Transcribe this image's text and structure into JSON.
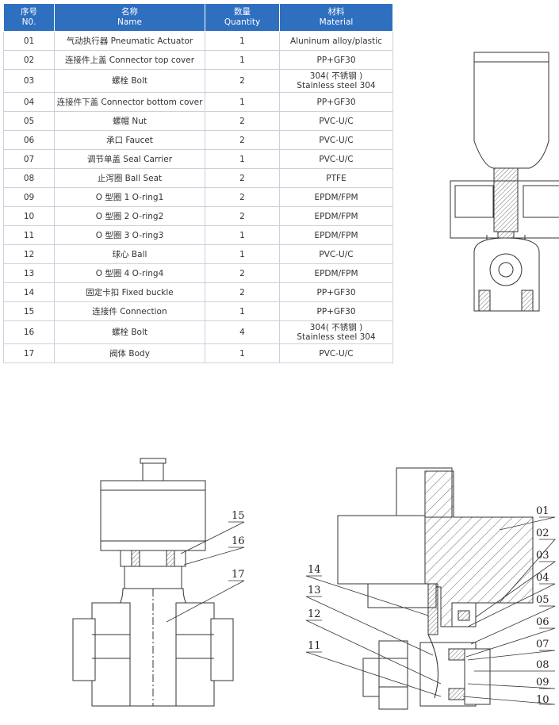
{
  "table": {
    "headers": {
      "no_cn": "序号",
      "no_en": "N0.",
      "name_cn": "名称",
      "name_en": "Name",
      "qty_cn": "数量",
      "qty_en": "Quantity",
      "mat_cn": "材料",
      "mat_en": "Material"
    },
    "rows": [
      {
        "no": "01",
        "name": "气动执行器 Pneumatic Actuator",
        "qty": "1",
        "mat1": "Aluninum alloy/plastic",
        "mat2": ""
      },
      {
        "no": "02",
        "name": "连接件上盖 Connector top cover",
        "qty": "1",
        "mat1": "PP+GF30",
        "mat2": ""
      },
      {
        "no": "03",
        "name": "螺栓 Bolt",
        "qty": "2",
        "mat1": "304( 不锈钢 )",
        "mat2": "Stainless steel 304"
      },
      {
        "no": "04",
        "name": "连接件下盖 Connector bottom cover",
        "qty": "1",
        "mat1": "PP+GF30",
        "mat2": ""
      },
      {
        "no": "05",
        "name": "螺帽 Nut",
        "qty": "2",
        "mat1": "PVC-U/C",
        "mat2": ""
      },
      {
        "no": "06",
        "name": "承口 Faucet",
        "qty": "2",
        "mat1": "PVC-U/C",
        "mat2": ""
      },
      {
        "no": "07",
        "name": "调节单盖 Seal Carrier",
        "qty": "1",
        "mat1": "PVC-U/C",
        "mat2": ""
      },
      {
        "no": "08",
        "name": "止泻圈 Ball Seat",
        "qty": "2",
        "mat1": "PTFE",
        "mat2": ""
      },
      {
        "no": "09",
        "name": "O 型圈 1 O-ring1",
        "qty": "2",
        "mat1": "EPDM/FPM",
        "mat2": ""
      },
      {
        "no": "10",
        "name": "O 型圈 2 O-ring2",
        "qty": "2",
        "mat1": "EPDM/FPM",
        "mat2": ""
      },
      {
        "no": "11",
        "name": "O 型圈 3 O-ring3",
        "qty": "1",
        "mat1": "EPDM/FPM",
        "mat2": ""
      },
      {
        "no": "12",
        "name": "球心 Ball",
        "qty": "1",
        "mat1": "PVC-U/C",
        "mat2": ""
      },
      {
        "no": "13",
        "name": "O 型圈 4 O-ring4",
        "qty": "2",
        "mat1": "EPDM/FPM",
        "mat2": ""
      },
      {
        "no": "14",
        "name": "固定卡扣 Fixed buckle",
        "qty": "2",
        "mat1": "PP+GF30",
        "mat2": ""
      },
      {
        "no": "15",
        "name": "连接件 Connection",
        "qty": "1",
        "mat1": "PP+GF30",
        "mat2": ""
      },
      {
        "no": "16",
        "name": "螺栓 Bolt",
        "qty": "4",
        "mat1": "304( 不锈钢 )",
        "mat2": "Stainless steel 304"
      },
      {
        "no": "17",
        "name": "阀体 Body",
        "qty": "1",
        "mat1": "PVC-U/C",
        "mat2": ""
      }
    ]
  },
  "callouts_front": [
    "15",
    "16",
    "17"
  ],
  "callouts_section": [
    "01",
    "02",
    "03",
    "04",
    "05",
    "06",
    "07",
    "08",
    "09",
    "10",
    "11",
    "12",
    "13",
    "14"
  ],
  "colors": {
    "header_bg": "#2f6fbf",
    "line": "#333333",
    "grid": "#c9d2dc"
  }
}
